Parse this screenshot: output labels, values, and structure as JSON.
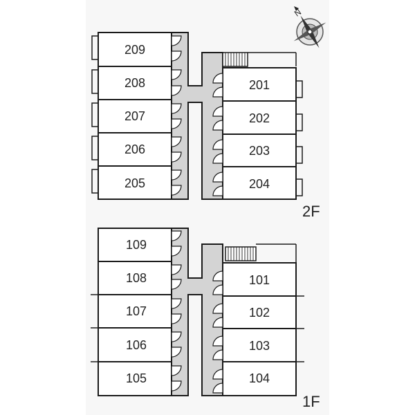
{
  "floors": [
    {
      "label": "2F",
      "rooms_left": [
        "209",
        "208",
        "207",
        "206",
        "205"
      ],
      "rooms_right": [
        "201",
        "202",
        "203",
        "204"
      ]
    },
    {
      "label": "1F",
      "rooms_left": [
        "109",
        "108",
        "107",
        "106",
        "105"
      ],
      "rooms_right": [
        "101",
        "102",
        "103",
        "104"
      ]
    }
  ],
  "compass": {
    "north_label": "N"
  },
  "colors": {
    "wall": "#1a1a1a",
    "corridor": "#d4d4d4",
    "background": "#f7f7f7"
  }
}
